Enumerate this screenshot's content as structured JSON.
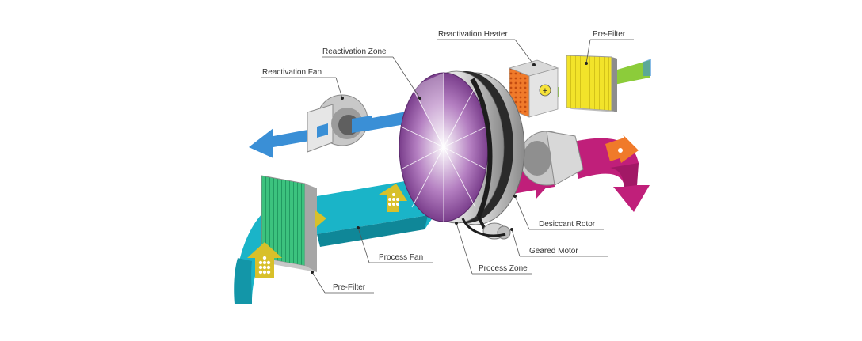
{
  "labels": {
    "reactivation_heater": "Reactivation Heater",
    "pre_filter_top": "Pre-Filter",
    "reactivation_zone": "Reactivation Zone",
    "reactivation_fan": "Reactivation Fan",
    "desiccant_rotor": "Desiccant Rotor",
    "geared_motor": "Geared Motor",
    "process_fan": "Process Fan",
    "process_zone": "Process Zone",
    "pre_filter_bottom": "Pre-Filter"
  },
  "heater_symbol": "+",
  "colors": {
    "process_air": "#1ab4c8",
    "reactivation_air_out": "#3a8fd6",
    "reactivation_air_in": "#8ccc3a",
    "dry_air_out": "#c01f7a",
    "rotor": "#7d3b8f",
    "heater": "#f07a2a",
    "filter_yellow": "#f2e32a",
    "filter_green": "#2fc07a",
    "marker": "#d8c02a"
  }
}
